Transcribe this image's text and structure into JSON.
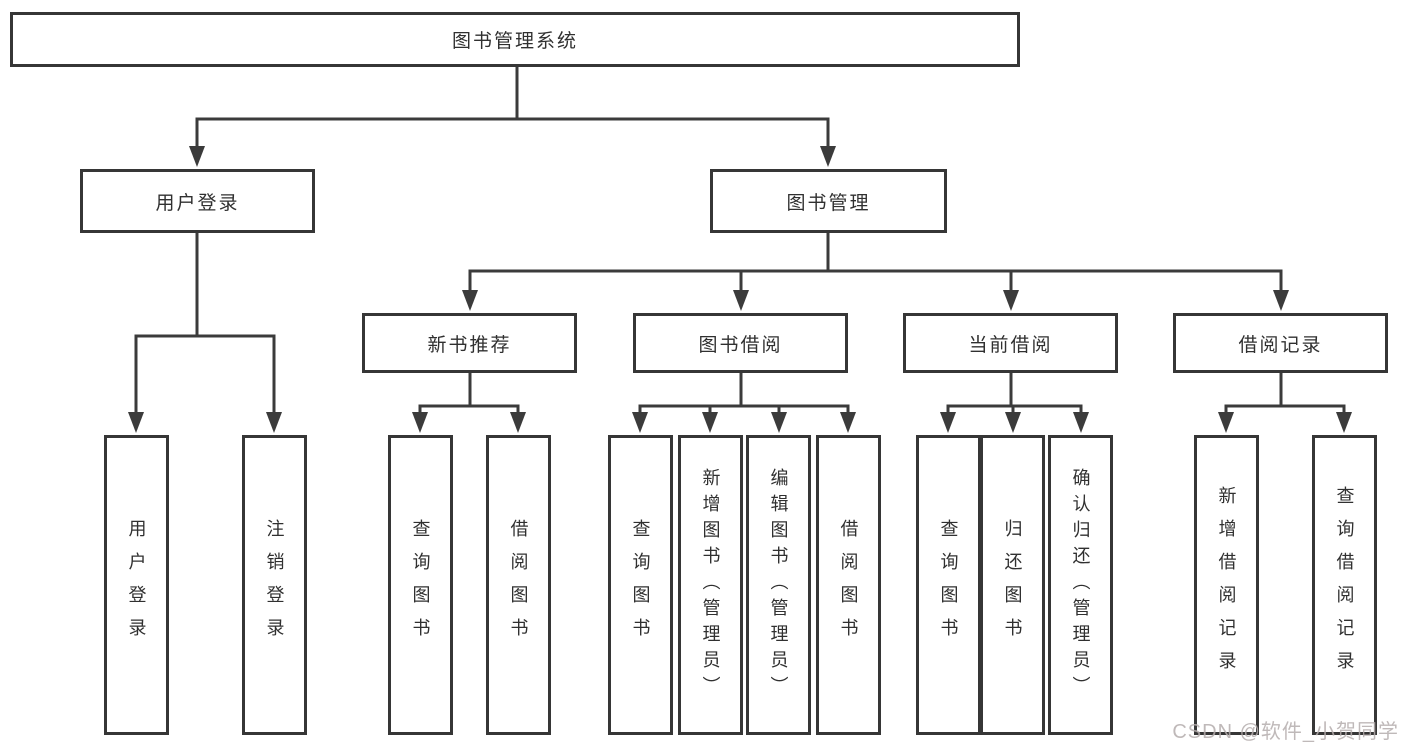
{
  "diagram": {
    "root": "图书管理系统",
    "level2": {
      "user_login": "用户登录",
      "book_mgmt": "图书管理"
    },
    "level3": {
      "new_books": "新书推荐",
      "borrow": "图书借阅",
      "current": "当前借阅",
      "records": "借阅记录"
    },
    "leaves": {
      "login": [
        "用户登录",
        "注销登录"
      ],
      "new_books": [
        "查询图书",
        "借阅图书"
      ],
      "borrow": [
        "查询图书",
        "新增图书（管理员）",
        "编辑图书（管理员）",
        "借阅图书"
      ],
      "current": [
        "查询图书",
        "归还图书",
        "确认归还（管理员）"
      ],
      "records": [
        "新增借阅记录",
        "查询借阅记录"
      ]
    }
  },
  "watermark": "CSDN @软件_小贺同学",
  "colors": {
    "line": "#3b3b3b",
    "text": "#303030",
    "watermark": "#b5adad",
    "background": "#ffffff"
  }
}
